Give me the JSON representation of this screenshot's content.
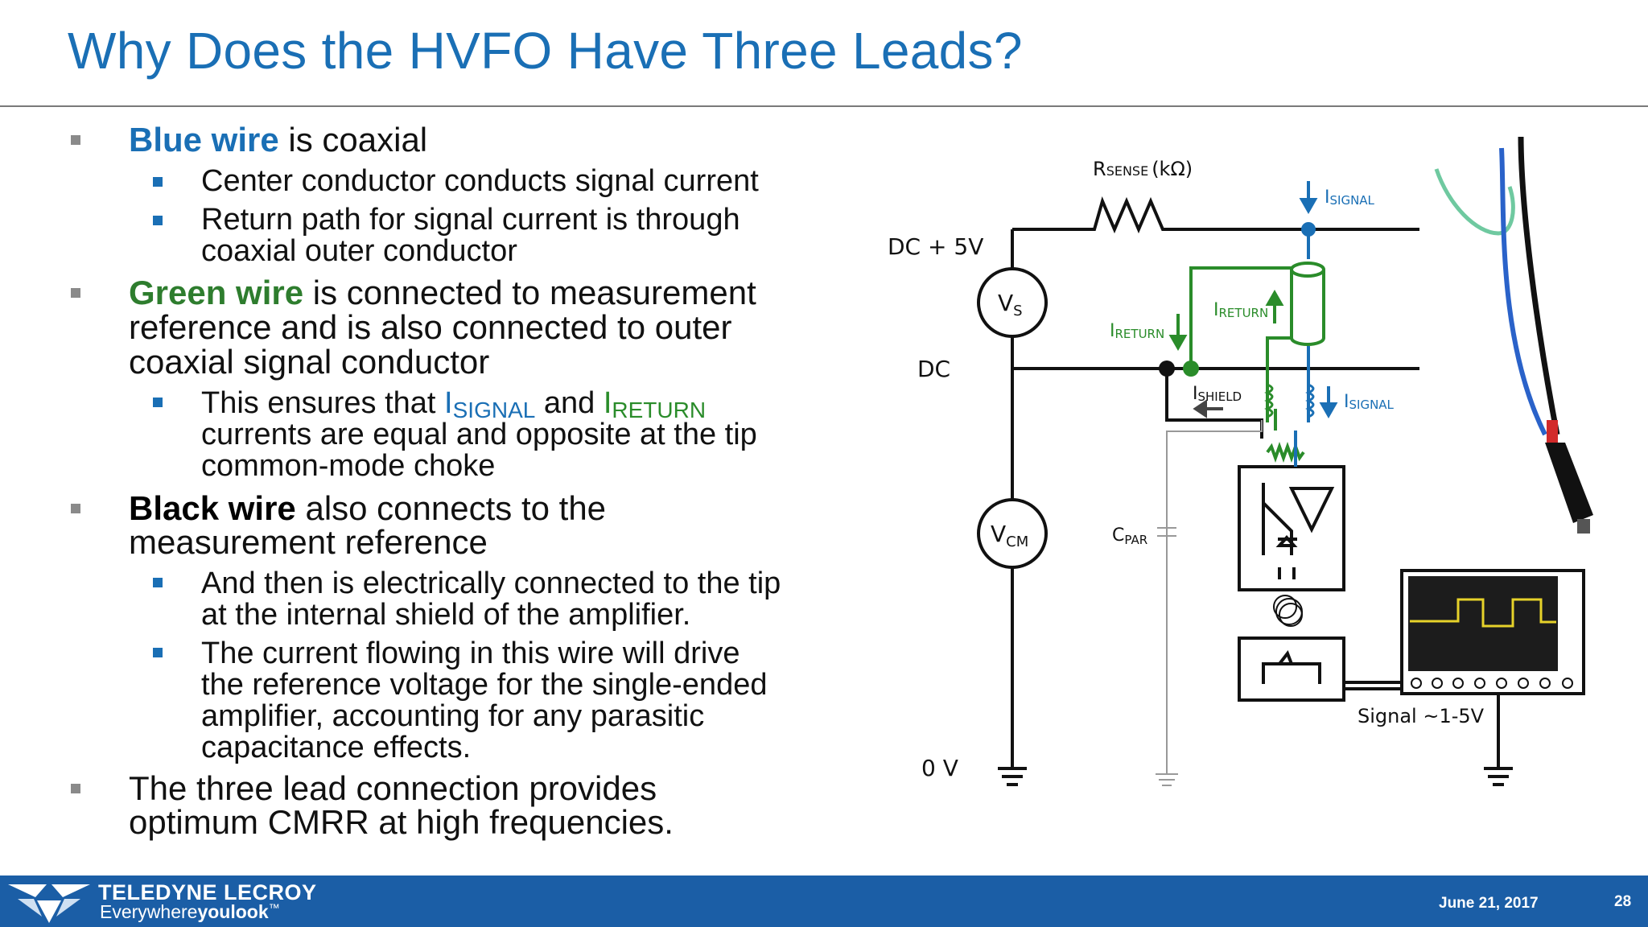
{
  "slide": {
    "title": "Why Does the HVFO Have Three Leads?",
    "bullets": {
      "b1_em": "Blue wire",
      "b1_rest": " is coaxial",
      "b1_s1": "Center conductor conducts signal current",
      "b1_s2_l1": "Return path for signal current is through",
      "b1_s2_l2": "coaxial outer conductor",
      "b2_em": "Green wire",
      "b2_l1_rest": " is connected to measurement",
      "b2_l2": "reference and is also connected to outer",
      "b2_l3": "coaxial signal conductor",
      "b2_s1_pre": "This ensures that ",
      "b2_s1_sig_i": "I",
      "b2_s1_sig_sub": "SIGNAL",
      "b2_s1_and": " and ",
      "b2_s1_ret_i": "I",
      "b2_s1_ret_sub": "RETURN",
      "b2_s1_l2": "currents are equal and opposite at the tip",
      "b2_s1_l3": "common-mode choke",
      "b3_em": "Black wire",
      "b3_l1_rest": " also connects to the",
      "b3_l2": "measurement reference",
      "b3_s1_l1": "And then is electrically connected to the tip",
      "b3_s1_l2": "at the internal shield of the amplifier.",
      "b3_s2_l1": "The current flowing in this wire will drive",
      "b3_s2_l2": "the reference voltage for the single-ended",
      "b3_s2_l3": "amplifier, accounting for any parasitic",
      "b3_s2_l4": "capacitance effects.",
      "b4_l1": "The three lead connection provides",
      "b4_l2": "optimum CMRR at high frequencies."
    }
  },
  "diagram": {
    "rsense_r": "R",
    "rsense_sub": "SENSE",
    "rsense_unit": "(kΩ)",
    "dc5v": "DC + 5V",
    "dc": "DC",
    "zero_v": "0 V",
    "vs_v": "V",
    "vs_sub": "S",
    "vcm_v": "V",
    "vcm_sub": "CM",
    "cpar_c": "C",
    "cpar_sub": "PAR",
    "isig_i": "I",
    "isig_sub": "SIGNAL",
    "iret_i": "I",
    "iret_sub": "RETURN",
    "ishield_i": "I",
    "ishield_sub": "SHIELD",
    "signal_out": "Signal ~1-5V",
    "colors": {
      "blue": "#1a6fb5",
      "green": "#2a8c2a",
      "black": "#111111"
    }
  },
  "footer": {
    "brand_top": "TELEDYNE LECROY",
    "brand_every": "Everywhere",
    "brand_you": "youlook",
    "brand_tm": "™",
    "date": "June 21, 2017",
    "page": "28"
  }
}
